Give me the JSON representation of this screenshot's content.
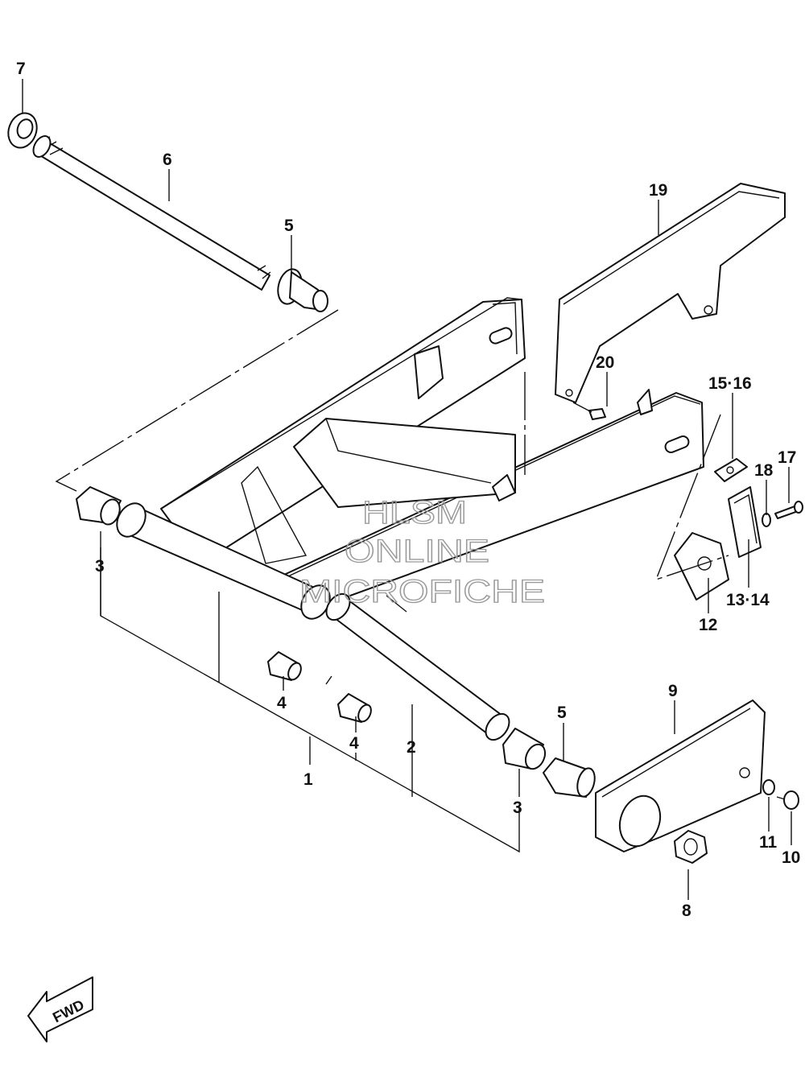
{
  "callouts": {
    "c1": "1",
    "c2": "2",
    "c3a": "3",
    "c3b": "3",
    "c4a": "4",
    "c4b": "4",
    "c5a": "5",
    "c5b": "5",
    "c6": "6",
    "c7": "7",
    "c8": "8",
    "c9": "9",
    "c10": "10",
    "c11": "11",
    "c12": "12",
    "c13_14": "13·14",
    "c15_16": "15·16",
    "c17": "17",
    "c18": "18",
    "c19": "19",
    "c20": "20"
  },
  "watermark": {
    "line1": "HLSM",
    "line2": "ONLINE",
    "line3": "MICROFICHE"
  },
  "direction_arrow": {
    "label": "FWD"
  }
}
